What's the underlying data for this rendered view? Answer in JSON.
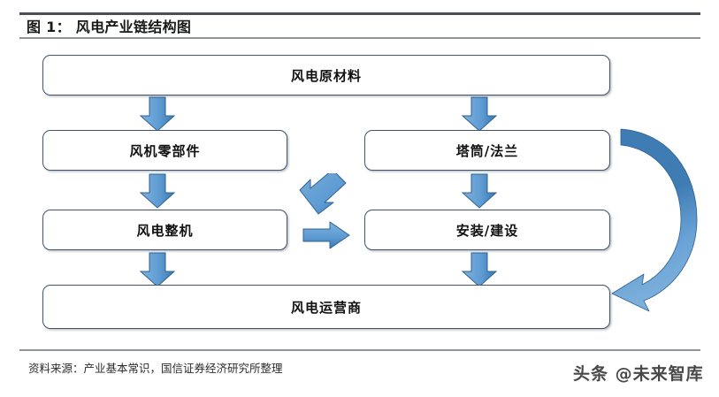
{
  "figure": {
    "title": "图 1： 风电产业链结构图",
    "source_note": "资料来源：产业基本常识，国信证券经济研究所整理",
    "watermark": "头条 @未来智库"
  },
  "colors": {
    "arrow_fill_light": "#6ba3d6",
    "arrow_fill_dark": "#3d7ebc",
    "arrow_stroke": "#2f6094",
    "node_border": "#41546b",
    "node_background": "#ffffff",
    "rule_dark": "#4a4f57",
    "rule_light": "#8f949c",
    "text": "#111111"
  },
  "diagram": {
    "type": "flowchart",
    "nodes": [
      {
        "id": "raw",
        "label": "风电原材料",
        "row": 1,
        "span": "full"
      },
      {
        "id": "parts",
        "label": "风机零部件",
        "row": 2,
        "span": "left"
      },
      {
        "id": "tower",
        "label": "塔筒/法兰",
        "row": 2,
        "span": "right"
      },
      {
        "id": "whole",
        "label": "风电整机",
        "row": 3,
        "span": "left"
      },
      {
        "id": "inst",
        "label": "安装/建设",
        "row": 3,
        "span": "right"
      },
      {
        "id": "oper",
        "label": "风电运营商",
        "row": 4,
        "span": "full"
      }
    ],
    "connectors": [
      {
        "from": "raw",
        "to": "parts",
        "shape": "down-arrow"
      },
      {
        "from": "raw",
        "to": "tower",
        "shape": "down-arrow"
      },
      {
        "from": "parts",
        "to": "whole",
        "shape": "down-arrow"
      },
      {
        "from": "tower",
        "to": "inst",
        "shape": "down-arrow"
      },
      {
        "from": "whole",
        "to": "oper",
        "shape": "down-arrow"
      },
      {
        "from": "inst",
        "to": "oper",
        "shape": "down-arrow"
      },
      {
        "from": "tower",
        "to": "parts",
        "shape": "diagonal-down-left-arrow"
      },
      {
        "from": "whole",
        "to": "inst",
        "shape": "right-arrow"
      },
      {
        "from": "oper",
        "to": "tower",
        "shape": "curved-feedback-arrow"
      }
    ]
  }
}
